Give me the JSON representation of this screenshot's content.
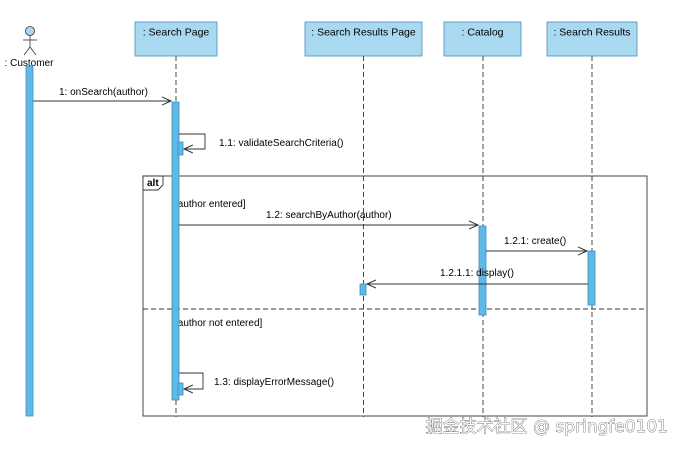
{
  "diagram": {
    "actor": {
      "label": ": Customer"
    },
    "lifelines": [
      {
        "label": ": Search Page"
      },
      {
        "label": ": Search Results Page"
      },
      {
        "label": ": Catalog"
      },
      {
        "label": ": Search Results"
      }
    ],
    "messages": [
      {
        "label": "1: onSearch(author)"
      },
      {
        "label": "1.1: validateSearchCriteria()"
      },
      {
        "label": "1.2: searchByAuthor(author)"
      },
      {
        "label": "1.2.1: create()"
      },
      {
        "label": "1.2.1.1: display()"
      },
      {
        "label": "1.3: displayErrorMessage()"
      }
    ],
    "fragment": {
      "operator": "alt",
      "guards": [
        "[author entered]",
        "[author not entered]"
      ]
    },
    "colors": {
      "lifeline_fill": "#a9d8f1",
      "lifeline_stroke": "#4a90b8",
      "activation_fill": "#5fb8e6",
      "activation_stroke": "#3a8fc0",
      "line": "#333333"
    }
  },
  "watermark": {
    "text": "掘金技术社区 @ springfe0101"
  }
}
